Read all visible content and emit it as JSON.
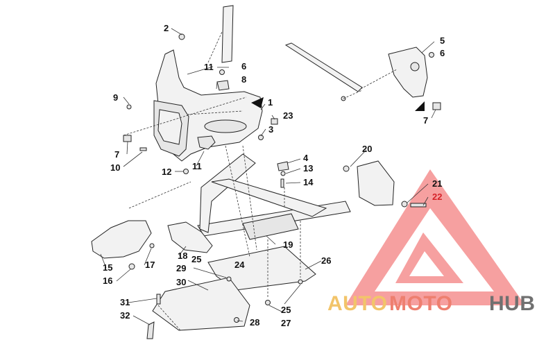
{
  "callouts": [
    {
      "label": "1",
      "hl": false
    },
    {
      "label": "2",
      "hl": false
    },
    {
      "label": "3",
      "hl": false
    },
    {
      "label": "4",
      "hl": false
    },
    {
      "label": "5",
      "hl": false
    },
    {
      "label": "6",
      "hl": false
    },
    {
      "label": "6",
      "hl": false
    },
    {
      "label": "7",
      "hl": false
    },
    {
      "label": "7",
      "hl": false
    },
    {
      "label": "8",
      "hl": false
    },
    {
      "label": "9",
      "hl": false
    },
    {
      "label": "10",
      "hl": false
    },
    {
      "label": "11",
      "hl": false
    },
    {
      "label": "11",
      "hl": false
    },
    {
      "label": "12",
      "hl": false
    },
    {
      "label": "13",
      "hl": false
    },
    {
      "label": "14",
      "hl": false
    },
    {
      "label": "15",
      "hl": false
    },
    {
      "label": "16",
      "hl": false
    },
    {
      "label": "17",
      "hl": false
    },
    {
      "label": "18",
      "hl": false
    },
    {
      "label": "19",
      "hl": false
    },
    {
      "label": "20",
      "hl": false
    },
    {
      "label": "21",
      "hl": false
    },
    {
      "label": "22",
      "hl": true
    },
    {
      "label": "23",
      "hl": false
    },
    {
      "label": "24",
      "hl": false
    },
    {
      "label": "25",
      "hl": false
    },
    {
      "label": "25",
      "hl": false
    },
    {
      "label": "26",
      "hl": false
    },
    {
      "label": "27",
      "hl": false
    },
    {
      "label": "28",
      "hl": false
    },
    {
      "label": "29",
      "hl": false
    },
    {
      "label": "30",
      "hl": false
    },
    {
      "label": "31",
      "hl": false
    },
    {
      "label": "32",
      "hl": false
    }
  ],
  "watermark": {
    "part1": "AUTO",
    "part2": "MOTO",
    "part3": "HUB",
    "color_auto": "#f2c46a",
    "color_moto": "#ee7f6f",
    "color_hub": "#707070",
    "triangle_color": "#f26b6b"
  }
}
